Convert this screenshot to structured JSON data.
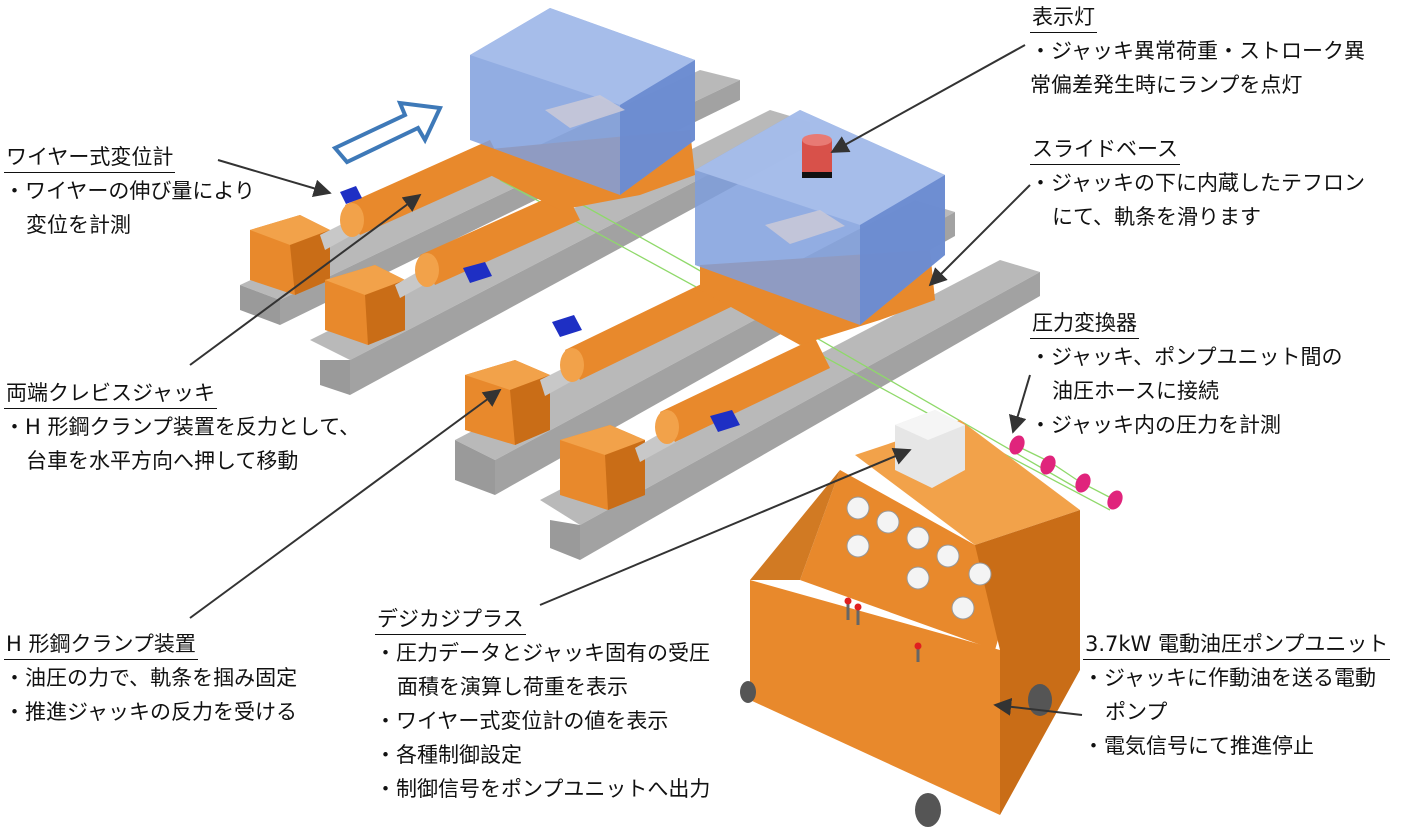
{
  "labels": {
    "wire": {
      "title": "ワイヤー式変位計",
      "lines": [
        "・ワイヤーの伸び量により",
        "変位を計測"
      ]
    },
    "jack": {
      "title": "両端クレビスジャッキ",
      "lines": [
        "・H 形鋼クランプ装置を反力として、",
        "台車を水平方向へ押して移動"
      ]
    },
    "clamp": {
      "title": "H 形鋼クランプ装置",
      "lines": [
        "・油圧の力で、軌条を掴み固定",
        "・推進ジャッキの反力を受ける"
      ]
    },
    "lamp": {
      "title": "表示灯",
      "lines": [
        "・ジャッキ異常荷重・ストローク異",
        "常偏差発生時にランプを点灯"
      ]
    },
    "slide": {
      "title": "スライドベース",
      "lines": [
        "・ジャッキの下に内蔵したテフロン",
        "にて、軌条を滑ります"
      ]
    },
    "pressure": {
      "title": "圧力変換器",
      "lines": [
        "・ジャッキ、ポンプユニット間の",
        "油圧ホースに接続",
        "・ジャッキ内の圧力を計測"
      ]
    },
    "digica": {
      "title": "デジカジプラス",
      "lines": [
        "・圧力データとジャッキ固有の受圧",
        "面積を演算し荷重を表示",
        "・ワイヤー式変位計の値を表示",
        "・各種制御設定",
        "・制御信号をポンプユニットへ出力"
      ]
    },
    "pump": {
      "title": "3.7kW 電動油圧ポンプユニット",
      "lines": [
        "・ジャッキに作動油を送る電動",
        "ポンプ",
        "・電気信号にて推進停止"
      ]
    }
  },
  "colors": {
    "orange": "#e8892c",
    "orange_dark": "#c96d17",
    "orange_light": "#f2a24a",
    "blue_box": "#7f9fdd",
    "rail": "#a8a8a8",
    "rail_dark": "#8c8c8c",
    "rod": "#c8c8c8",
    "sensor": "#1e2fc4",
    "lamp": "#d8514a",
    "transducer": "#e0247c",
    "arrow_outline": "#3e79b8",
    "hose": "#7fd35a"
  }
}
